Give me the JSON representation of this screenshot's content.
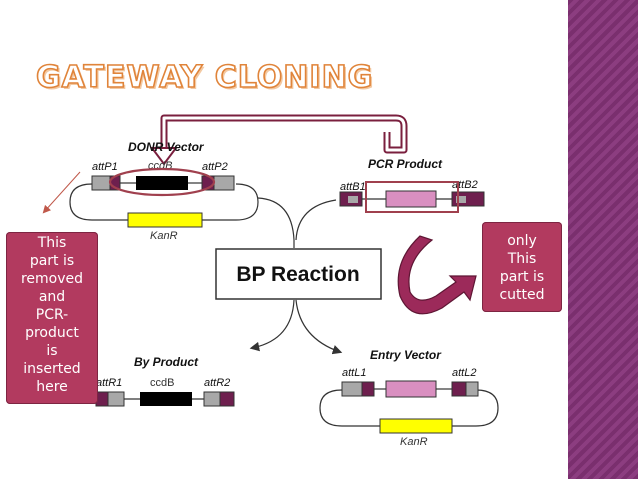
{
  "slide": {
    "title": "GATEWAY CLONING"
  },
  "donr_vector": {
    "label": "DONR Vector",
    "att_left": "attP1",
    "att_right": "attP2",
    "gene": "ccdB",
    "marker": "KanR"
  },
  "pcr_product": {
    "label": "PCR Product",
    "att_left": "attB1",
    "att_right": "attB2"
  },
  "reaction": {
    "label": "BP Reaction"
  },
  "by_product": {
    "label": "By Product",
    "att_left": "attR1",
    "att_right": "attR2",
    "gene": "ccdB"
  },
  "entry_vector": {
    "label": "Entry Vector",
    "att_left": "attL1",
    "att_right": "attL2",
    "marker": "KanR"
  },
  "callouts": {
    "left": "This\npart is\nremoved\nand\nPCR-\nproduct\nis\ninserted\nhere",
    "right": "only\nThis\npart is\ncutted"
  },
  "colors": {
    "att_dark": "#6e1f4e",
    "att_grey": "#a8a8a8",
    "ccdB": "#000000",
    "kanR": "#ffff00",
    "insert": "#d98fc0",
    "callout": "#b23a5f",
    "highlight_ring": "#a0404e",
    "sidebar": "#7a2f6e"
  }
}
